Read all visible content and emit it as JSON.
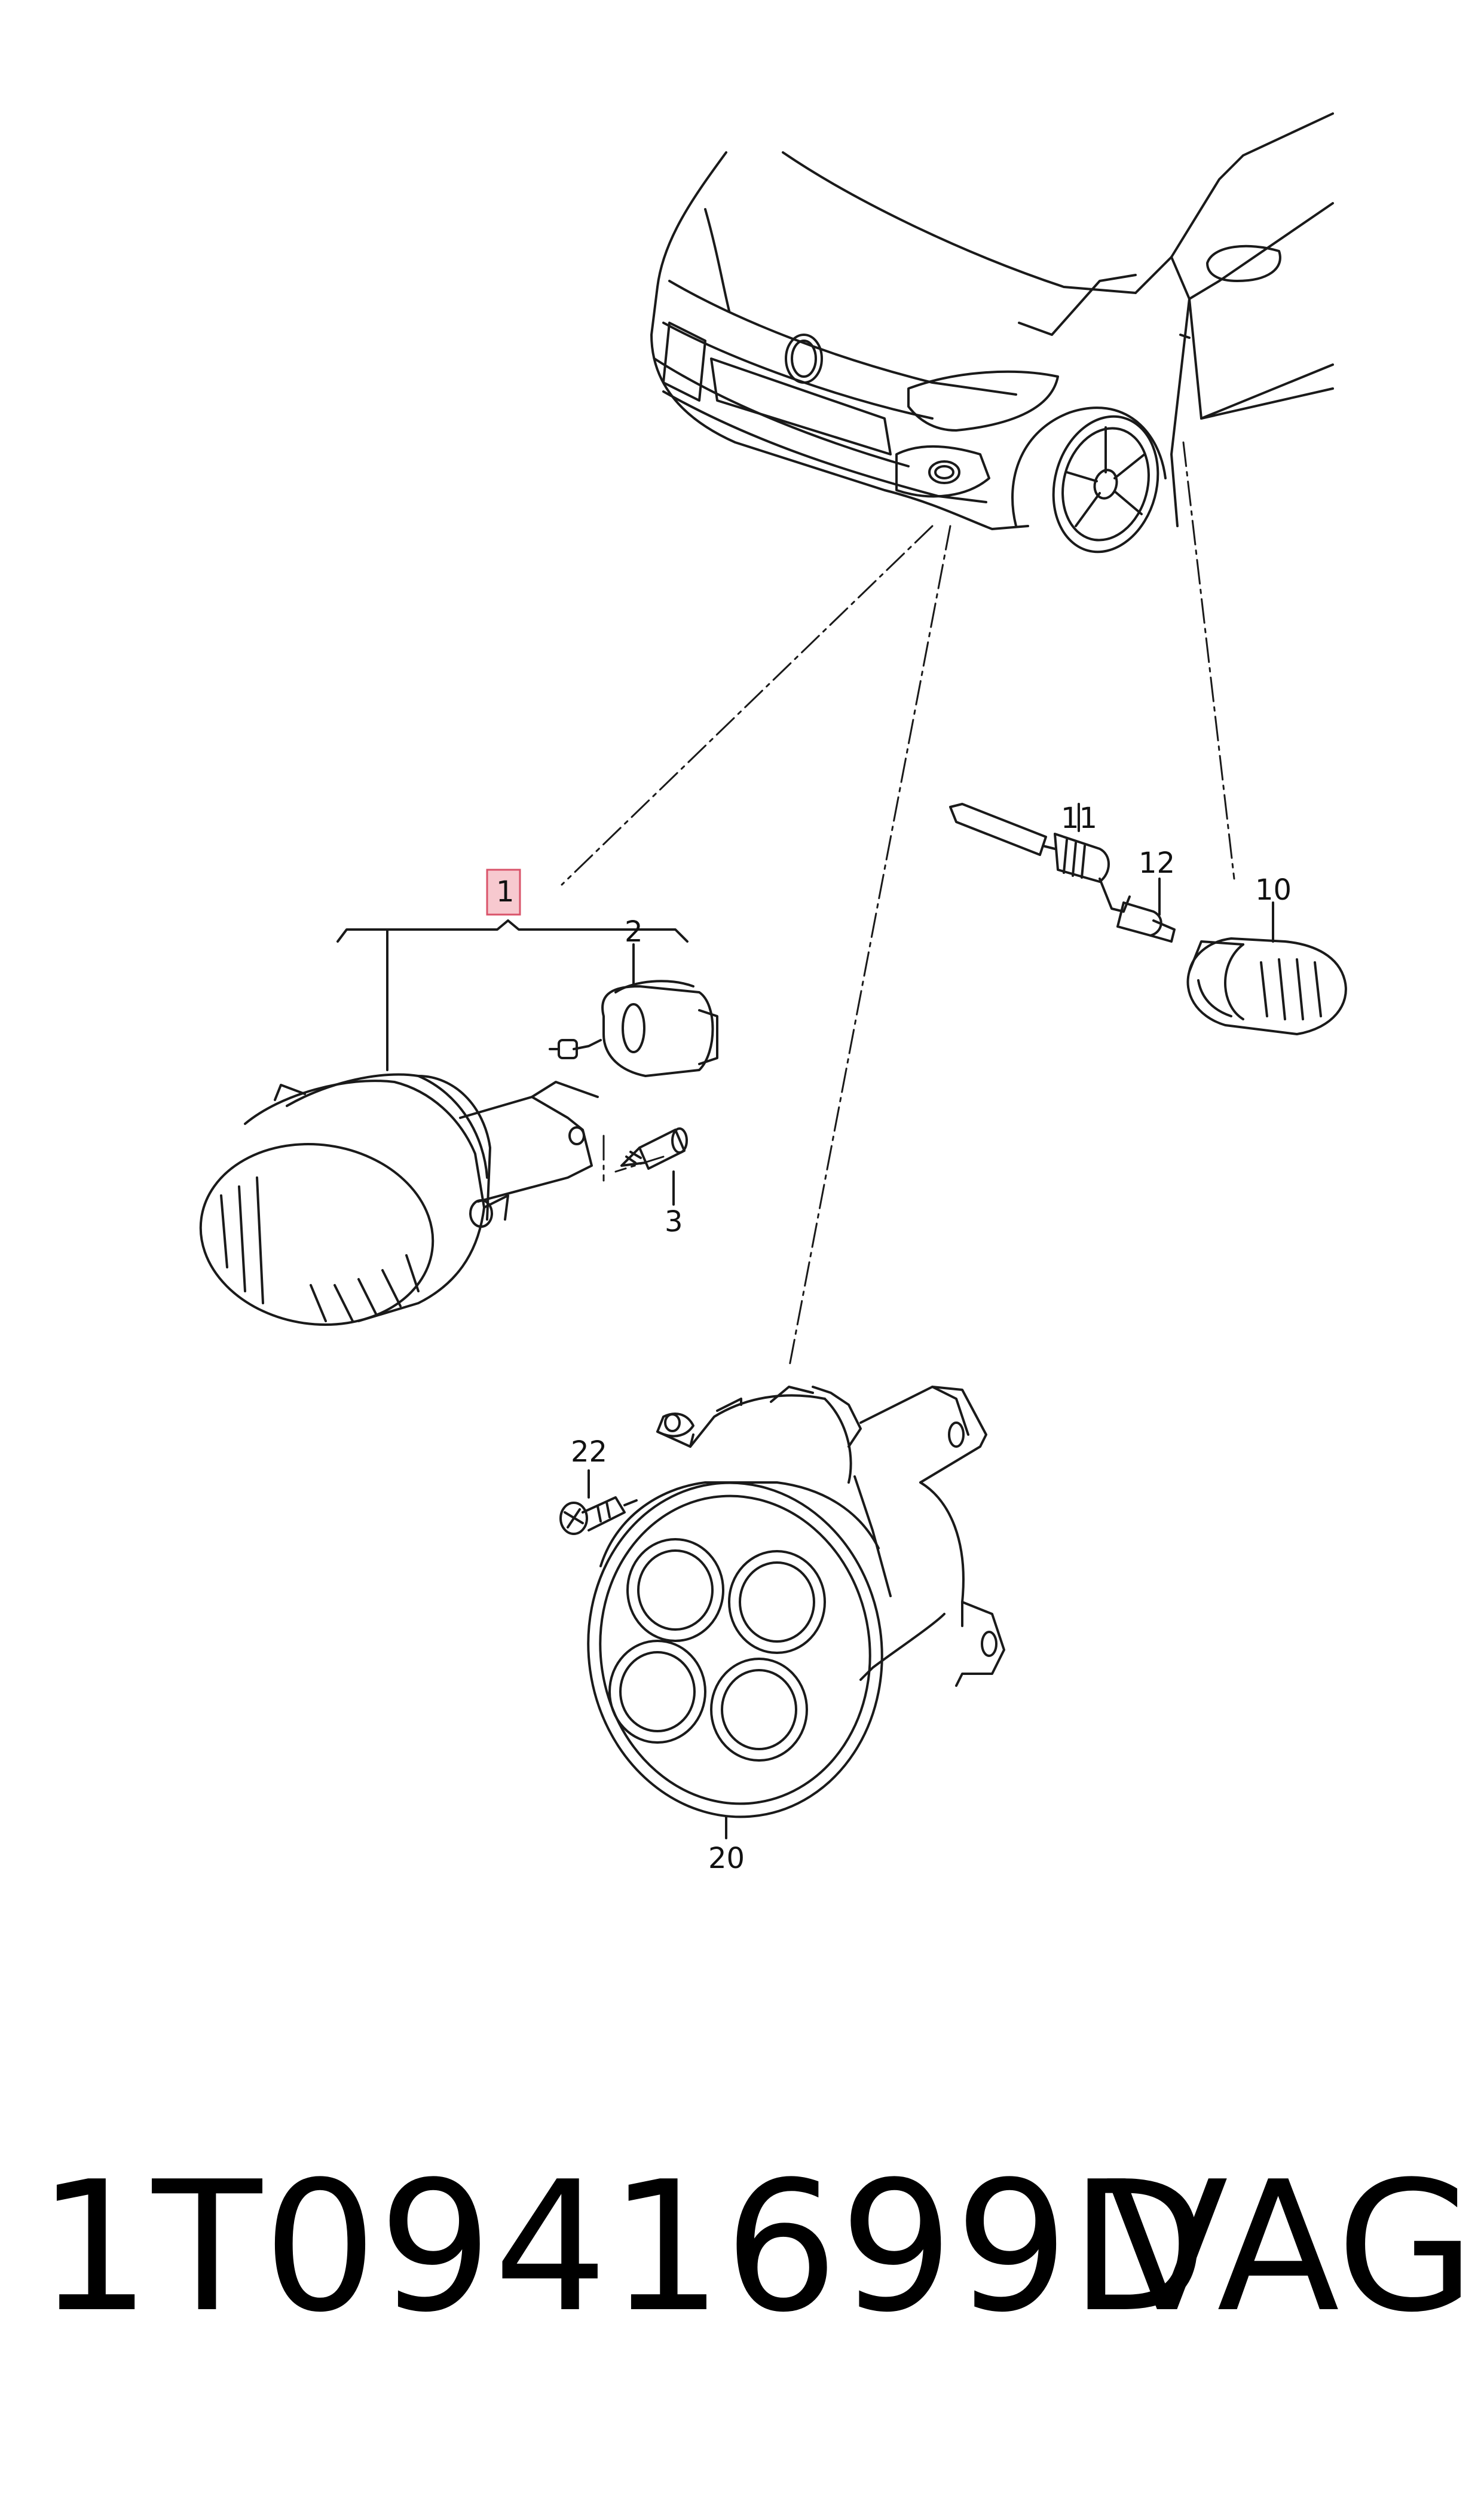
{
  "callouts": {
    "c1": "1",
    "c2": "2",
    "c3": "3",
    "c10": "10",
    "c11": "11",
    "c12": "12",
    "c20": "20",
    "c22": "22"
  },
  "footer": {
    "part_number": "1T0941699D",
    "brand": "VAG"
  },
  "colors": {
    "line": "#1a1a1a",
    "highlight_box_fill": "#f7c9cf",
    "highlight_box_stroke": "#d9536a"
  }
}
